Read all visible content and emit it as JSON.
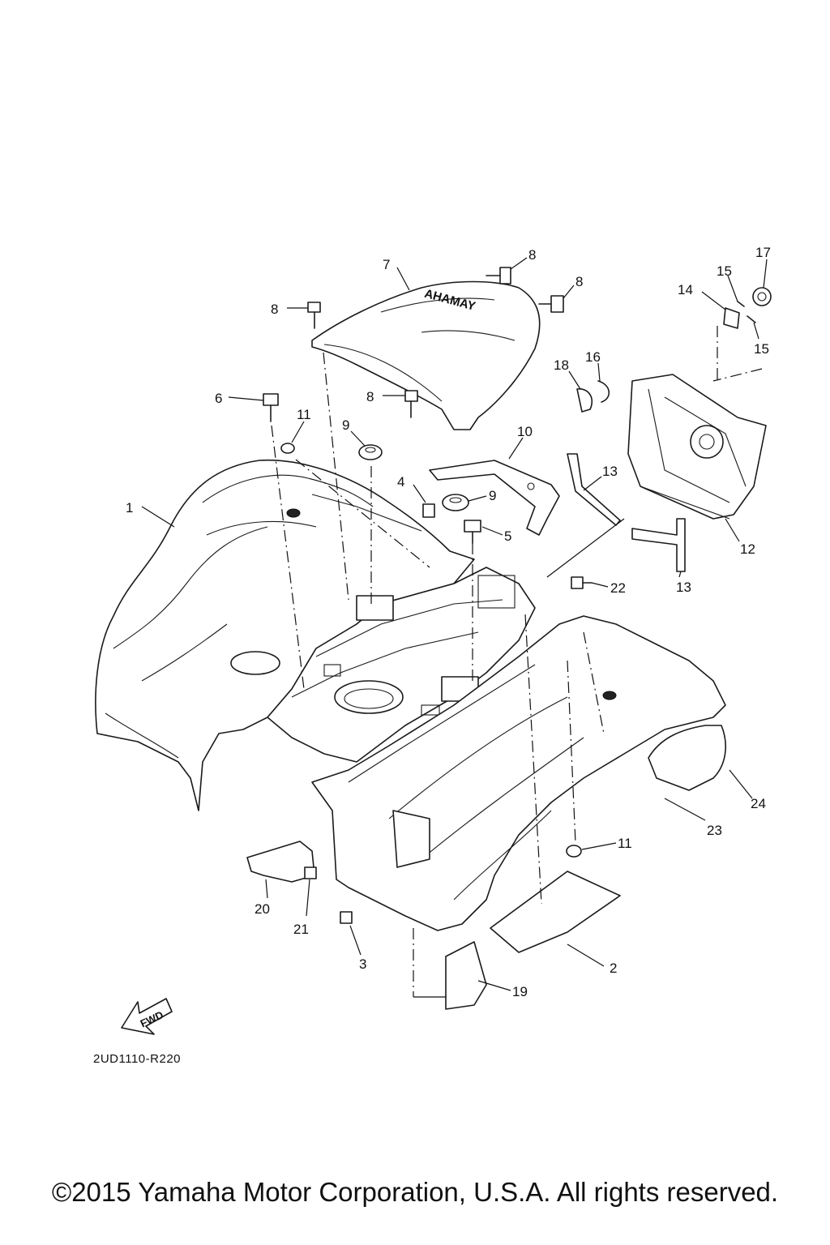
{
  "diagram": {
    "code": "2UD1110-R220",
    "direction_label": "FWD",
    "copyright": "©2015 Yamaha Motor Corporation, U.S.A. All rights reserved.",
    "brand_mark": "YAMAHA",
    "callouts": [
      "1",
      "2",
      "3",
      "4",
      "5",
      "6",
      "7",
      "8",
      "8",
      "8",
      "8",
      "9",
      "9",
      "10",
      "11",
      "11",
      "12",
      "13",
      "13",
      "14",
      "15",
      "15",
      "16",
      "17",
      "18",
      "19",
      "20",
      "21",
      "22",
      "23",
      "24"
    ]
  }
}
